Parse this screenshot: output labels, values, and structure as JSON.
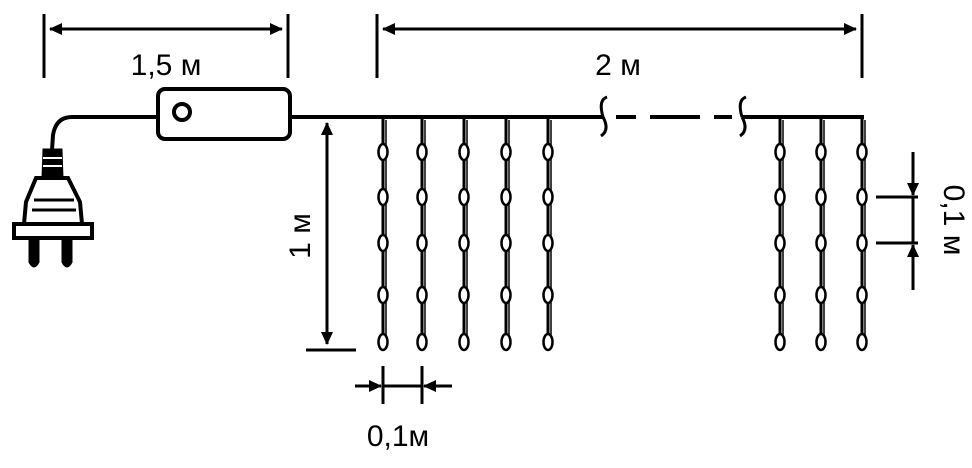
{
  "labels": {
    "controller_cable_length": "1,5 м",
    "strip_length": "2 м",
    "drop_height": "1 м",
    "bulb_spacing": "0,1 м",
    "drop_spacing": "0,1м"
  },
  "components": {
    "plug": "plug-icon",
    "controller": "controller-box",
    "controller_button": "button-icon",
    "bulb": "bulb-icon",
    "cut_marks": "break-icon"
  },
  "colors": {
    "line": "#000000",
    "background": "#ffffff"
  }
}
